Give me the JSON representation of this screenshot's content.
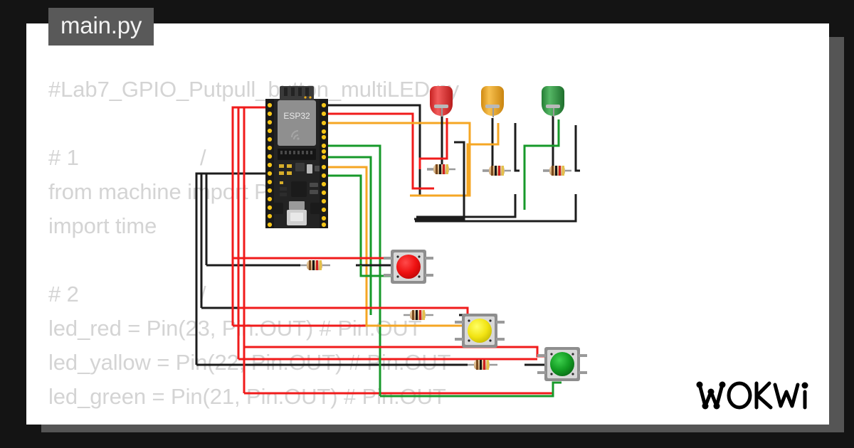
{
  "window": {
    "background_color": "#141414",
    "card_color": "#ffffff",
    "shadow_color": "#555555"
  },
  "filename_tab": {
    "label": "main.py",
    "background_color": "#595959",
    "text_color": "#f2f2f2"
  },
  "code": {
    "text_color": "#d4d4d4",
    "lines": [
      "#Lab7_GPIO_Putpull_button_multiLED.py",
      "",
      "# 1                    /",
      "from machine import Pin",
      "import time",
      "",
      "# 2                    /",
      "led_red = Pin(23, Pin.OUT) # Pin.OUT",
      "led_yallow = Pin(22, Pin.OUT) # Pin.OUT",
      "led_green = Pin(21, Pin.OUT) # Pin.OUT"
    ]
  },
  "board": {
    "name": "ESP32",
    "label": "ESP32",
    "body_color": "#2b2b2b",
    "shield_color": "#8a8a8a",
    "pin_color": "#f5c518"
  },
  "components": {
    "leds": [
      {
        "name": "led-red",
        "color": "#e03a3a",
        "label": "red"
      },
      {
        "name": "led-yellow",
        "color": "#e8a626",
        "label": "yellow"
      },
      {
        "name": "led-green",
        "color": "#2e9e41",
        "label": "green"
      }
    ],
    "resistors": [
      {
        "name": "resistor-led-red",
        "bands": "brown-black-red-gold"
      },
      {
        "name": "resistor-led-yellow",
        "bands": "brown-black-red-gold"
      },
      {
        "name": "resistor-led-green",
        "bands": "brown-black-red-gold"
      },
      {
        "name": "resistor-btn-red",
        "bands": "brown-black-red-gold"
      },
      {
        "name": "resistor-btn-yellow",
        "bands": "brown-black-red-gold"
      },
      {
        "name": "resistor-btn-green",
        "bands": "brown-black-red-gold"
      }
    ],
    "pushbuttons": [
      {
        "name": "pushbutton-red",
        "cap_color": "#ef1212"
      },
      {
        "name": "pushbutton-yellow",
        "cap_color": "#f2e413"
      },
      {
        "name": "pushbutton-green",
        "cap_color": "#129b22"
      }
    ]
  },
  "wire_colors": {
    "red": "#f01b1b",
    "black": "#1c1c1c",
    "orange": "#f5a623",
    "green": "#17992a"
  },
  "branding": {
    "logo_text": "WOKWI",
    "logo_color": "#000000"
  }
}
